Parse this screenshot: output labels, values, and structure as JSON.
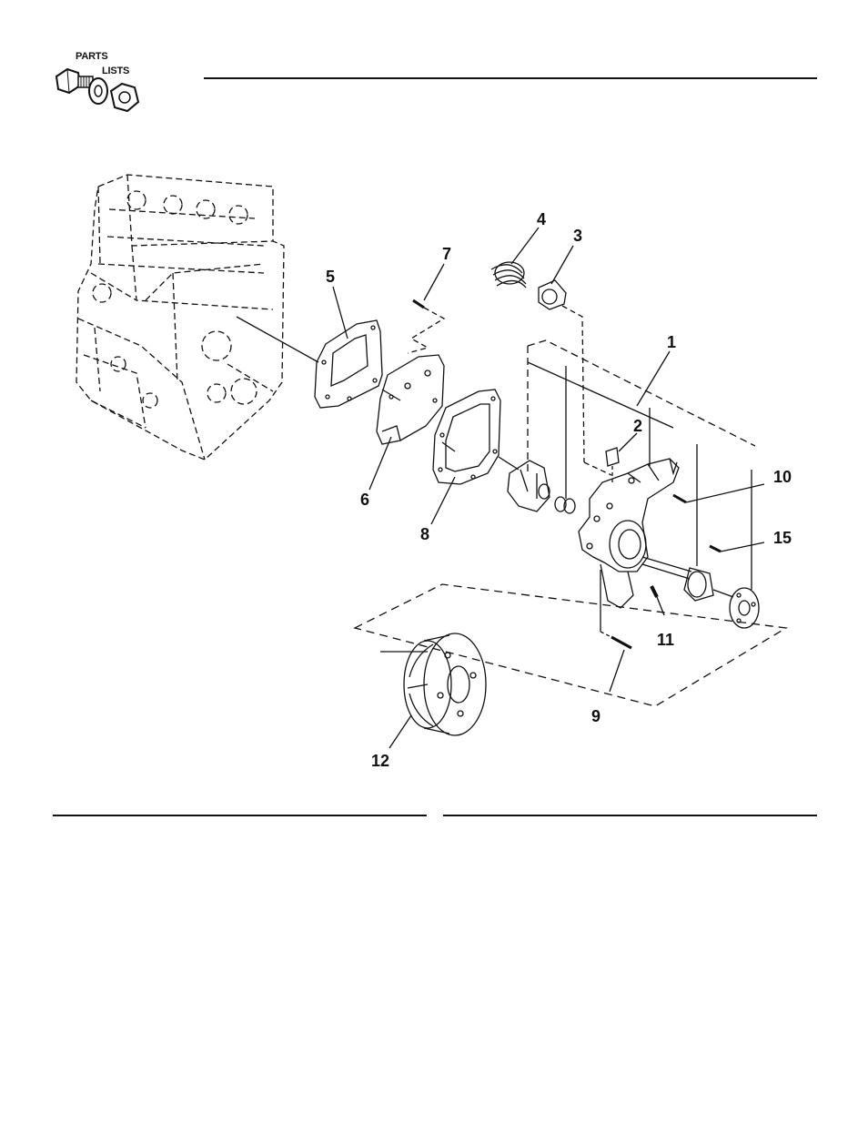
{
  "logo": {
    "top_word": "PARTS",
    "bottom_word": "LISTS",
    "icon": "nut-bolt-washer-icon"
  },
  "callouts": {
    "c1": "1",
    "c2": "2",
    "c3": "3",
    "c4": "4",
    "c5": "5",
    "c6": "6",
    "c7": "7",
    "c8": "8",
    "c9": "9",
    "c10": "10",
    "c11": "11",
    "c12": "12",
    "c15": "15"
  }
}
